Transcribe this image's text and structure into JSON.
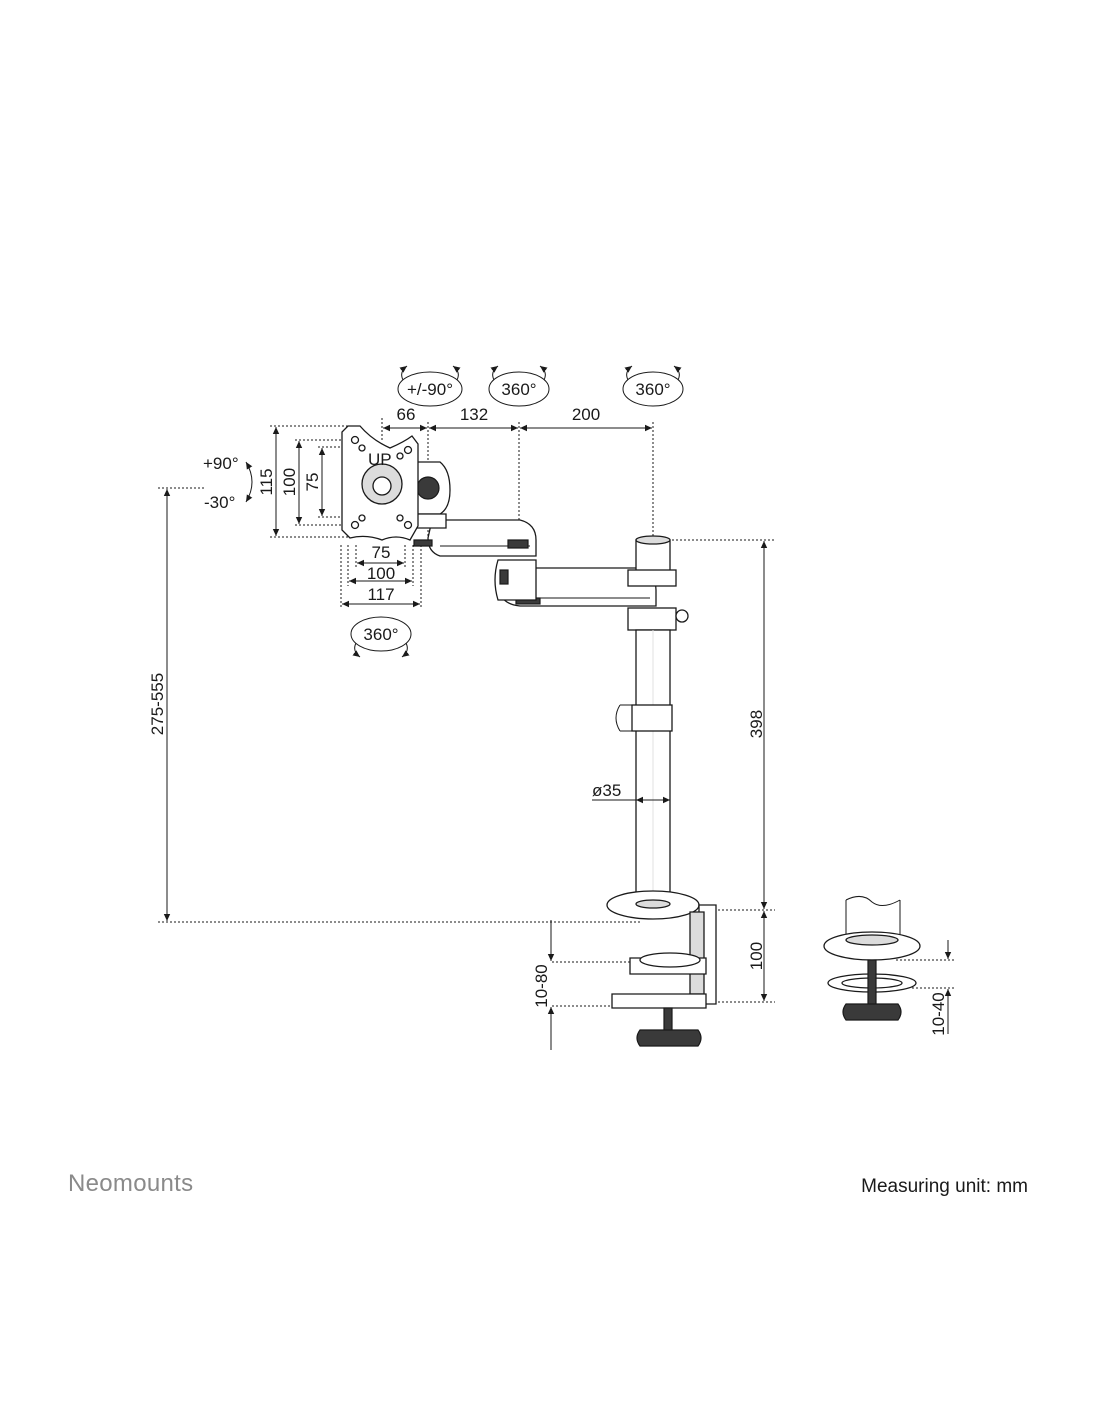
{
  "brand": "Neomounts",
  "measuring_unit": "Measuring unit: mm",
  "rotations": {
    "tilt_arm": "+/-90°",
    "arm_joint": "360°",
    "pole_swivel": "360°",
    "vesa_rotation": "360°",
    "tilt_up": "+90°",
    "tilt_down": "-30°"
  },
  "dimensions": {
    "arm_66": "66",
    "arm_132": "132",
    "arm_200": "200",
    "vesa_115": "115",
    "vesa_100_v": "100",
    "vesa_75_v": "75",
    "vesa_75_h": "75",
    "vesa_100_h": "100",
    "vesa_117": "117",
    "height_range": "275-555",
    "pole_height": "398",
    "pole_diameter": "ø35",
    "clamp_height": "100",
    "clamp_range": "10-80",
    "grommet_range": "10-40"
  }
}
